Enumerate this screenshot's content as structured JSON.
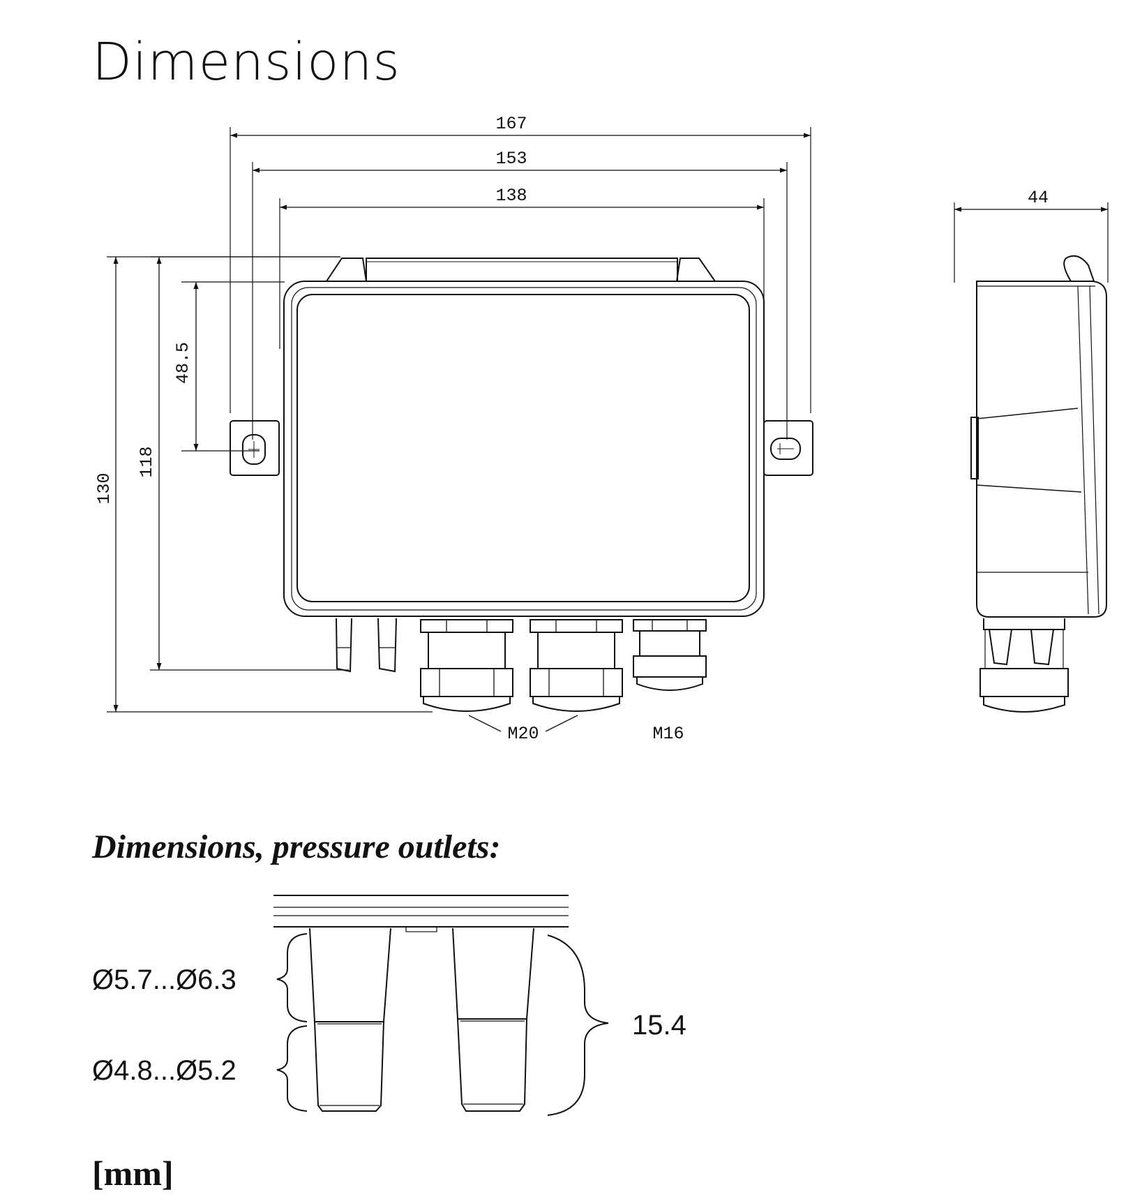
{
  "title": "Dimensions",
  "front_view": {
    "widths": [
      "167",
      "153",
      "138"
    ],
    "heights": [
      "130",
      "118",
      "48.5"
    ],
    "glands": {
      "left": "M20",
      "right": "M16"
    }
  },
  "side_view": {
    "depth": "44"
  },
  "outlets": {
    "title": "Dimensions, pressure outlets:",
    "upper_diameter": "Ø5.7...Ø6.3",
    "lower_diameter": "Ø4.8...Ø5.2",
    "length": "15.4"
  },
  "unit": "[mm]"
}
